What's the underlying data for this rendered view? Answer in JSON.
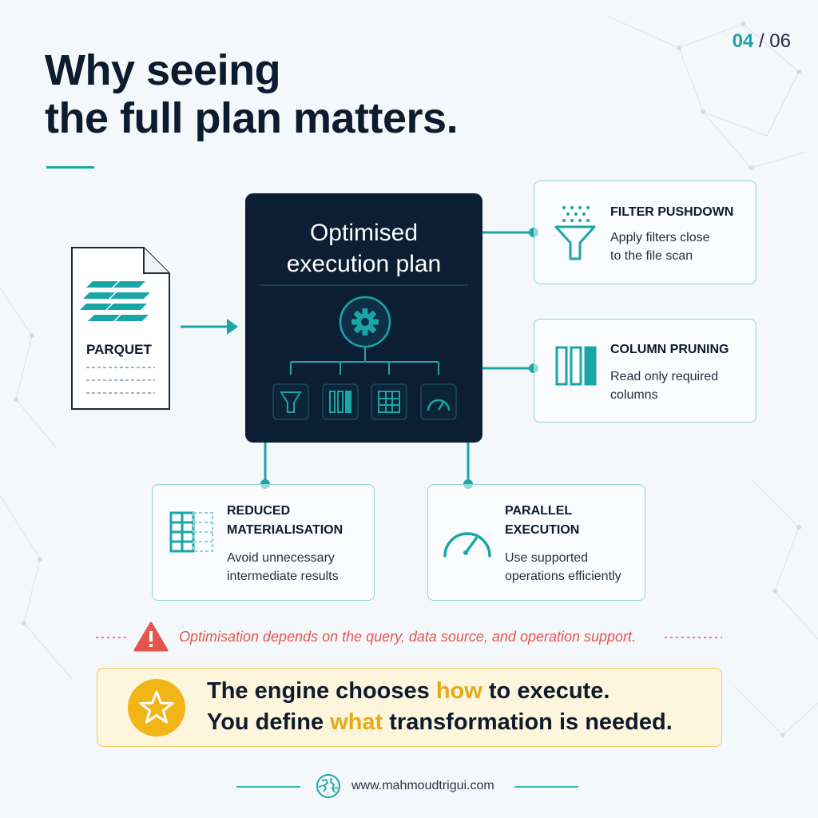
{
  "page": {
    "current": "04",
    "separator": " / ",
    "total": "06"
  },
  "title": {
    "line1": "Why seeing",
    "line2": "the full plan matters."
  },
  "source": {
    "label": "PARQUET"
  },
  "plan": {
    "title_line1": "Optimised",
    "title_line2": "execution plan"
  },
  "cards": {
    "filter": {
      "title": "FILTER PUSHDOWN",
      "desc1": "Apply filters close",
      "desc2": "to the file scan"
    },
    "column": {
      "title": "COLUMN PRUNING",
      "desc1": "Read only required",
      "desc2": "columns"
    },
    "reduced": {
      "title1": "REDUCED",
      "title2": "MATERIALISATION",
      "desc1": "Avoid unnecessary",
      "desc2": "intermediate results"
    },
    "parallel": {
      "title1": "PARALLEL",
      "title2": "EXECUTION",
      "desc1": "Use supported",
      "desc2": "operations efficiently"
    }
  },
  "warning": {
    "text": "Optimisation depends on the query, data source, and operation support."
  },
  "banner": {
    "l1_pre": "The engine chooses ",
    "l1_hl": "how",
    "l1_post": " to execute.",
    "l2_pre": "You define ",
    "l2_hl": "what",
    "l2_post": " transformation is needed."
  },
  "footer": {
    "url": "www.mahmoudtrigui.com"
  },
  "colors": {
    "accent": "#1aa6a6",
    "navy": "#0b1e33",
    "warning": "#e2574c",
    "highlight": "#e6a91a"
  },
  "icons": [
    "gear-icon",
    "funnel-icon",
    "columns-icon",
    "grid-icon",
    "gauge-icon",
    "warning-icon",
    "star-icon",
    "globe-icon"
  ]
}
